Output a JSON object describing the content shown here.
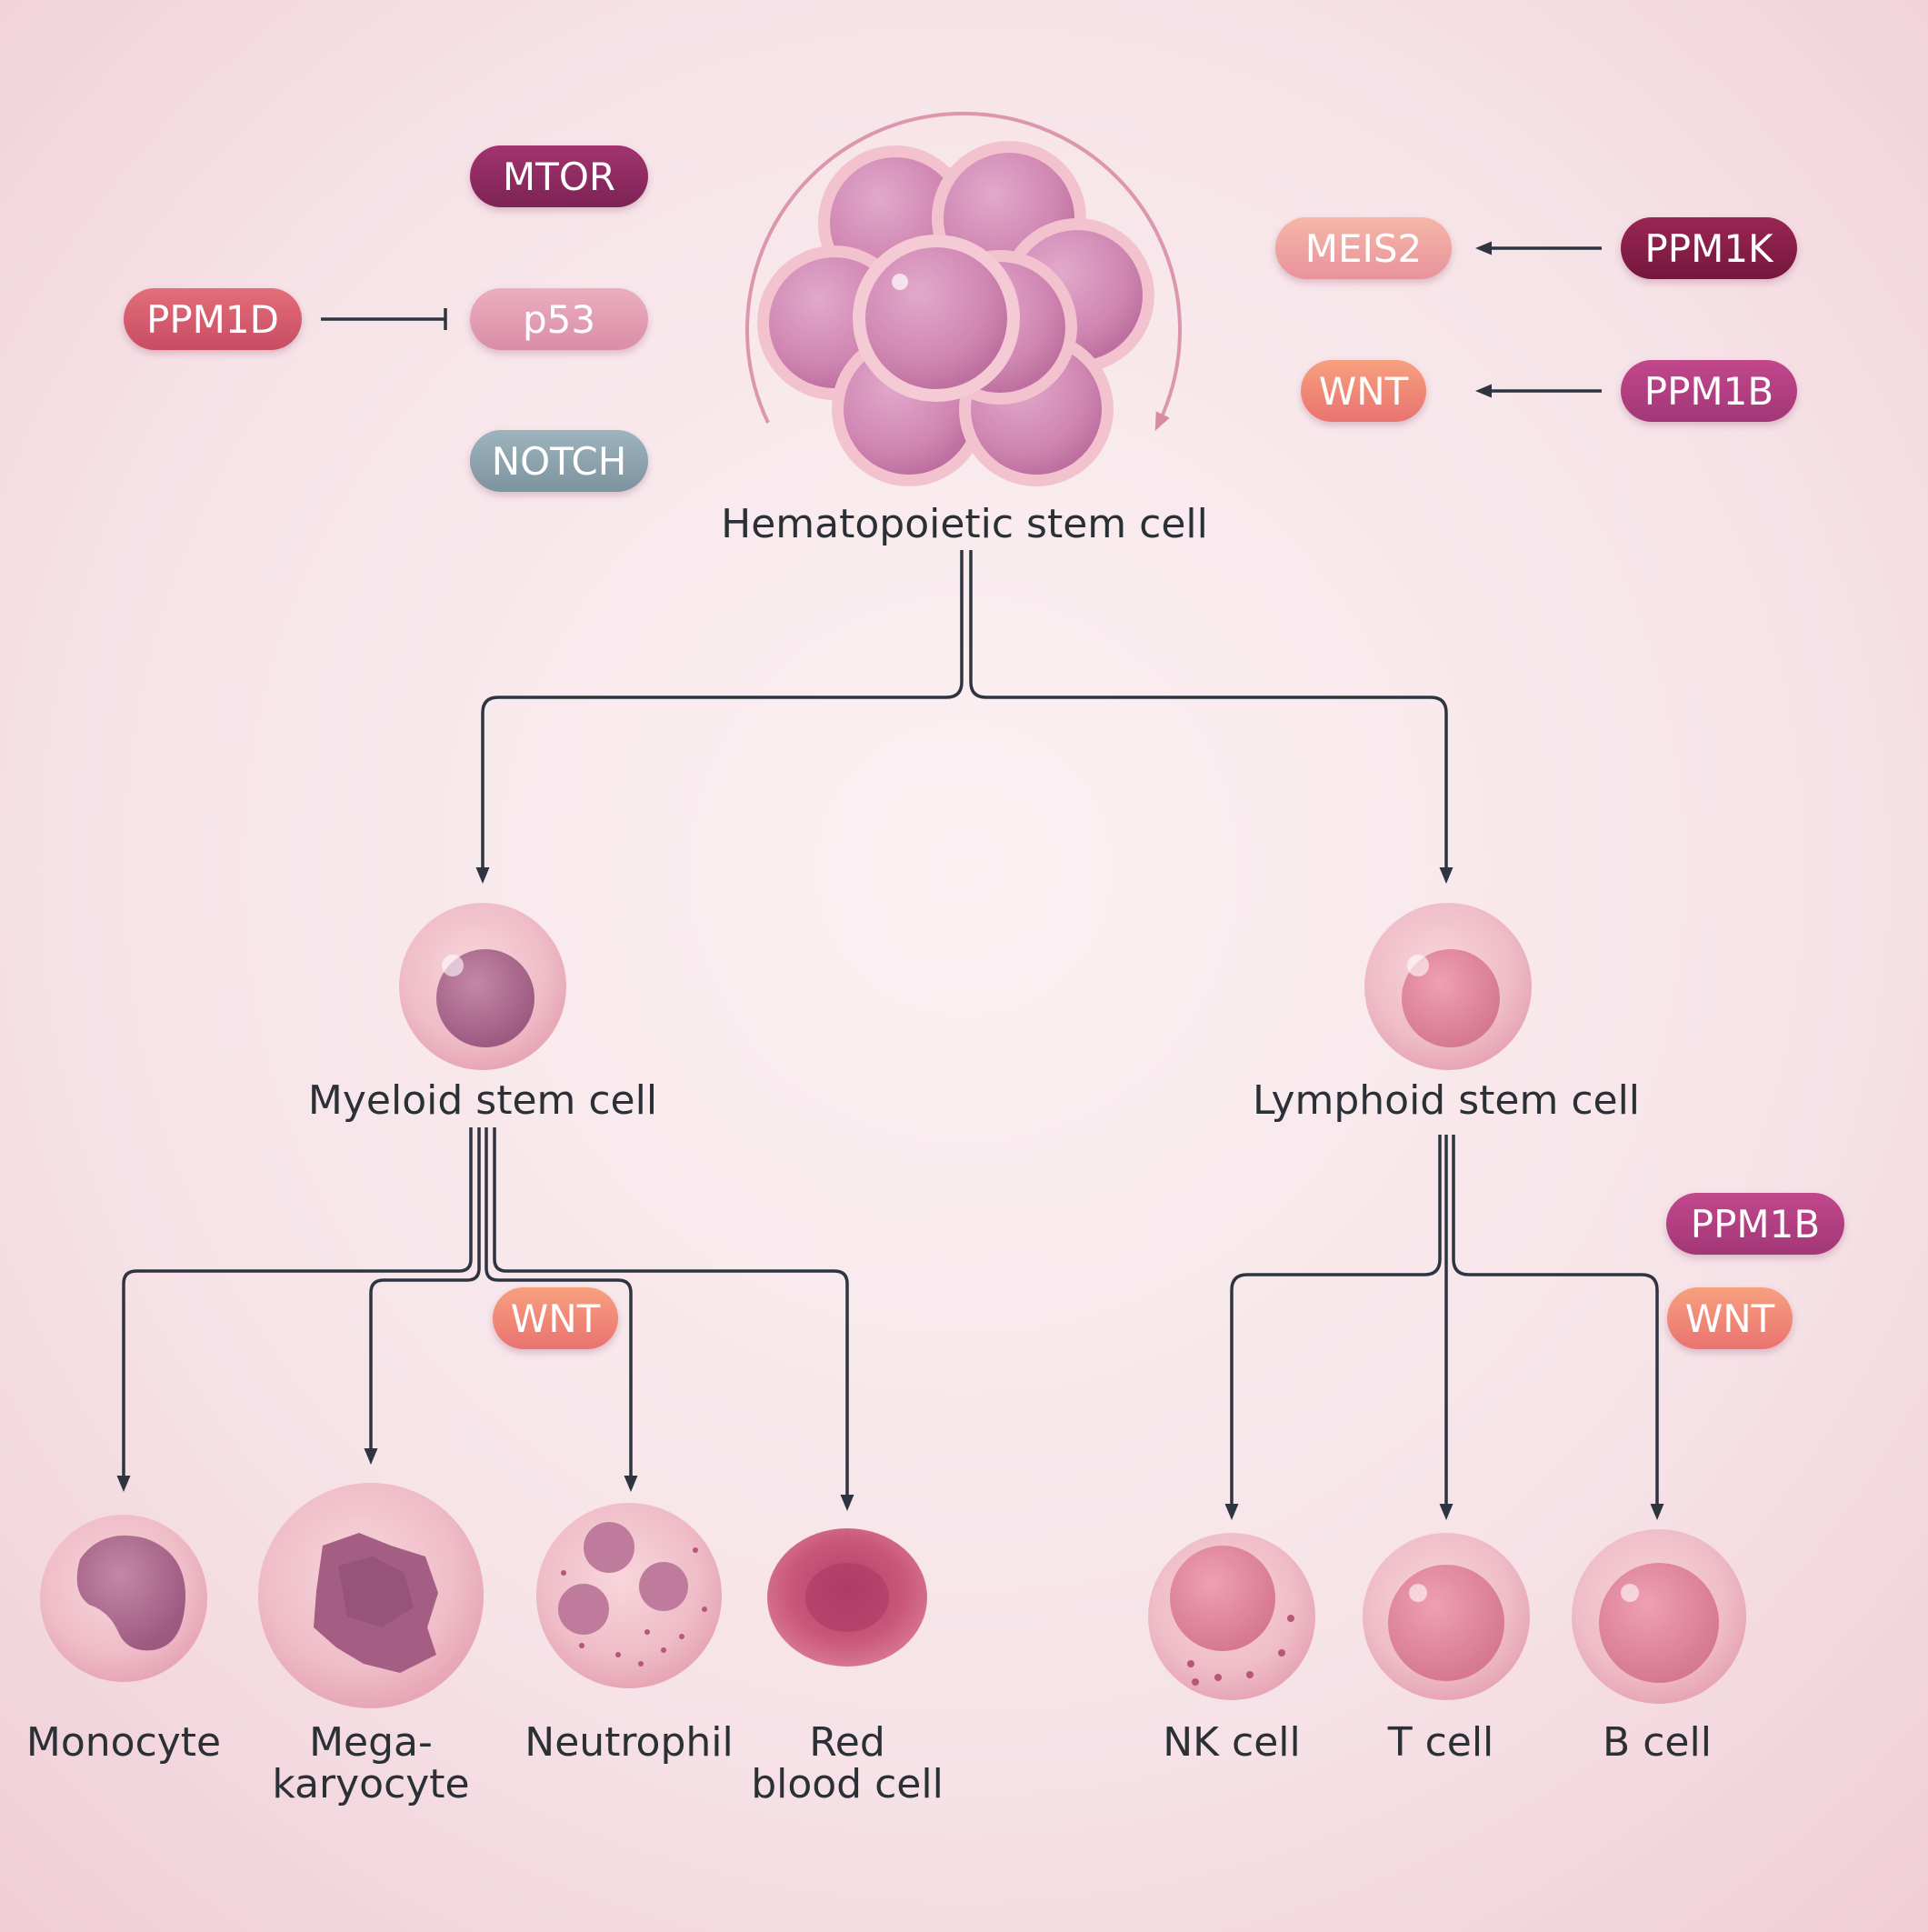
{
  "diagram": {
    "title": "Hematopoietic stem cell",
    "myeloid": "Myeloid stem cell",
    "lymphoid": "Lymphoid stem cell",
    "cells": {
      "monocyte": "Monocyte",
      "megakaryocyte_1": "Mega-",
      "megakaryocyte_2": "karyocyte",
      "neutrophil": "Neutrophil",
      "rbc_1": "Red",
      "rbc_2": "blood cell",
      "nk": "NK cell",
      "t": "T cell",
      "b": "B cell"
    },
    "factors": {
      "mtor": "MTOR",
      "ppm1d": "PPM1D",
      "p53": "p53",
      "notch": "NOTCH",
      "meis2": "MEIS2",
      "ppm1k": "PPM1K",
      "wnt_top": "WNT",
      "ppm1b_top": "PPM1B",
      "wnt_myeloid": "WNT",
      "ppm1b_lymphoid": "PPM1B",
      "wnt_lymphoid": "WNT"
    }
  },
  "colors": {
    "line": "#2e3440",
    "background": "#f6e6ea",
    "edge_pink": "#f2cbd3",
    "cell_pink": "#e7a3b7",
    "nucleus": "#b56f92"
  }
}
